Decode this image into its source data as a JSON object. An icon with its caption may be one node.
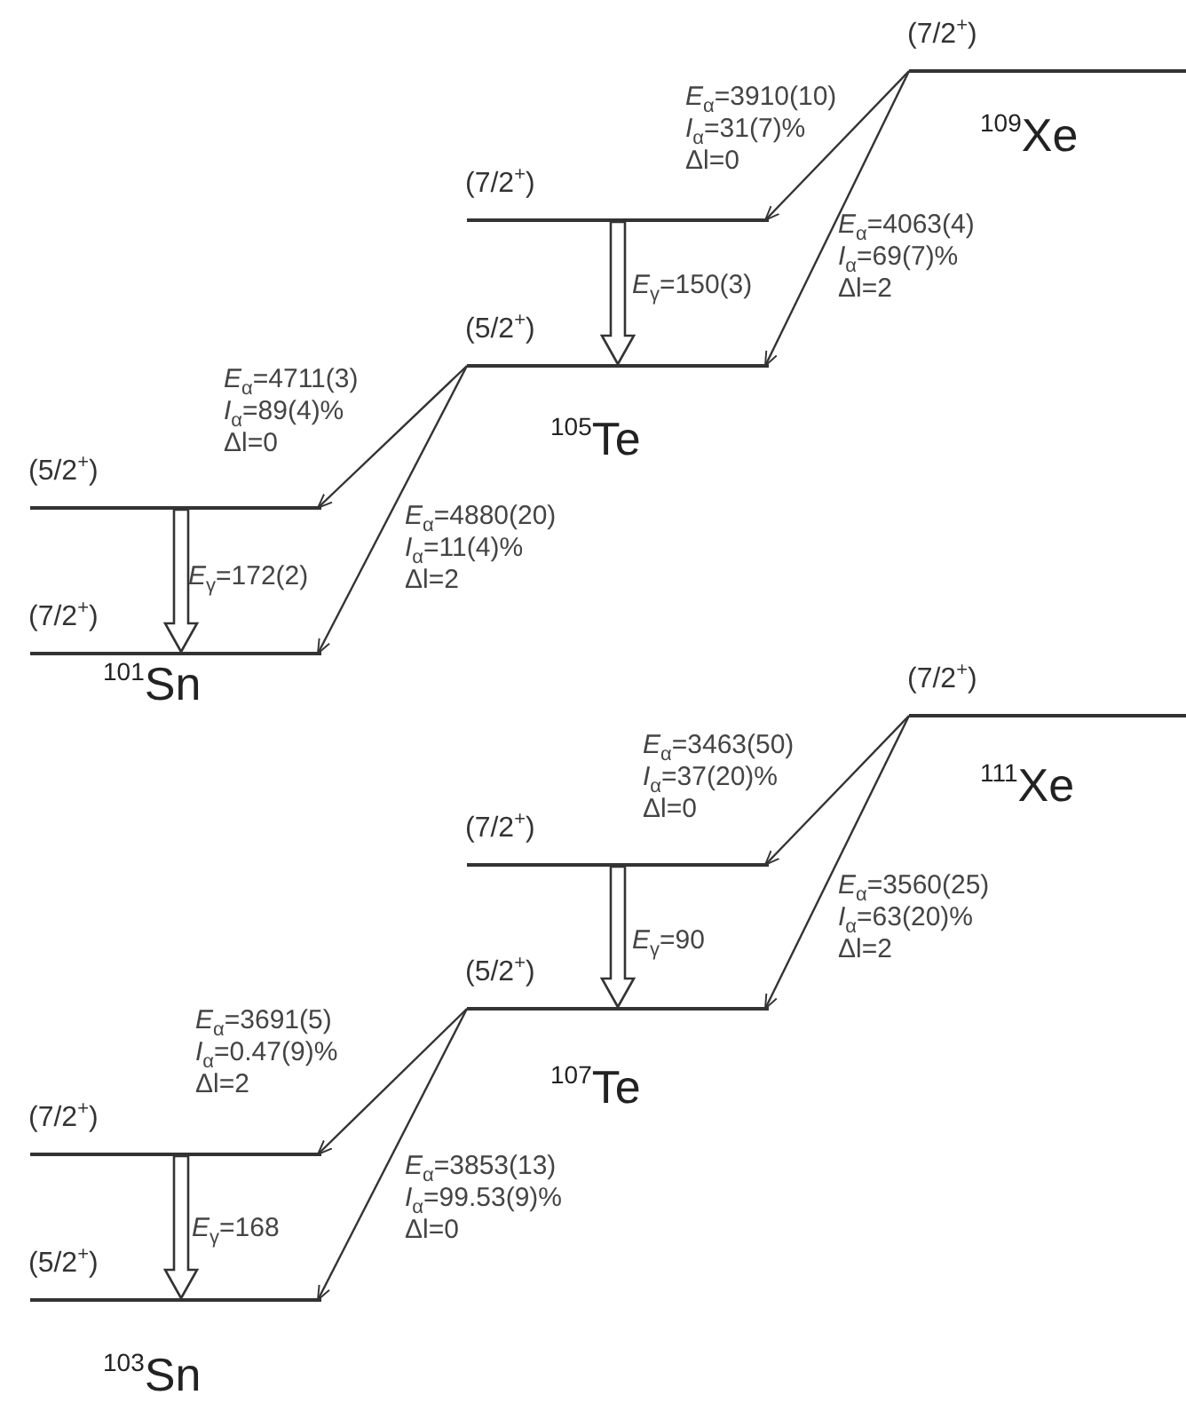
{
  "diagram": {
    "nodes": [
      {
        "text": [
          "(7/2$^{+}$)"
        ]
      },
      {
        "text": [
          "(7/2$^{+}$)"
        ]
      },
      {
        "text": [
          "(5/2$^{+}$)"
        ]
      },
      {
        "text": [
          "(5/2$^{+}$)"
        ]
      },
      {
        "text": [
          "(7/2$^{+}$)"
        ]
      },
      {
        "text": [
          "(7/2$^{+}$)"
        ]
      },
      {
        "text": [
          "(7/2$^{+}$)"
        ]
      },
      {
        "text": [
          "(5/2$^{+}$)"
        ]
      },
      {
        "text": [
          "(7/2$^{+}$)"
        ]
      },
      {
        "text": [
          "(5/2$^{+}$)"
        ]
      }
    ],
    "edges": [
      {
        "from": 0,
        "to": 1,
        "arrow": "to",
        "label": "*E*$_{α}$=3910(10) *I*$_{α}$=31(7)% Δl=0"
      },
      {
        "from": 0,
        "to": 2,
        "arrow": "to",
        "label": "*E*$_{α}$=4063(4) *I*$_{α}$=69(7)% Δl=2"
      },
      {
        "from": 1,
        "to": 2,
        "arrow": "to",
        "style": "thick",
        "label": "*E*$_{γ}$=150(3)"
      },
      {
        "from": 2,
        "to": 3,
        "arrow": "to",
        "label": "*E*$_{α}$=4711(3) *I*$_{α}$=89(4)% Δl=0"
      },
      {
        "from": 2,
        "to": 4,
        "arrow": "to",
        "label": "*E*$_{α}$=4880(20) *I*$_{α}$=11(4)% Δl=2"
      },
      {
        "from": 3,
        "to": 4,
        "arrow": "to",
        "style": "thick",
        "label": "*E*$_{γ}$=172(2)"
      },
      {
        "from": 5,
        "to": 6,
        "arrow": "to",
        "label": "*E*$_{α}$=3463(50) *I*$_{α}$=37(20)% Δl=0"
      },
      {
        "from": 5,
        "to": 7,
        "arrow": "to",
        "label": "*E*$_{α}$=3560(25) *I*$_{α}$=63(20)% Δl=2"
      },
      {
        "from": 6,
        "to": 7,
        "arrow": "to",
        "style": "thick",
        "label": "*E*$_{γ}$=90"
      },
      {
        "from": 7,
        "to": 8,
        "arrow": "to",
        "label": "*E*$_{α}$=3691(5) *I*$_{α}$=0.47(9)% Δl=2"
      },
      {
        "from": 7,
        "to": 9,
        "arrow": "to",
        "label": "*E*$_{α}$=3853(13) *I*$_{α}$=99.53(9)% Δl=0"
      },
      {
        "from": 8,
        "to": 9,
        "arrow": "to",
        "style": "thick",
        "label": "*E*$_{γ}$=168"
      }
    ],
    "labels": [
      "$^{109}$Xe",
      "$^{105}$Te",
      "$^{101}$Sn",
      "$^{111}$Xe",
      "$^{107}$Te",
      "$^{103}$Sn"
    ]
  }
}
